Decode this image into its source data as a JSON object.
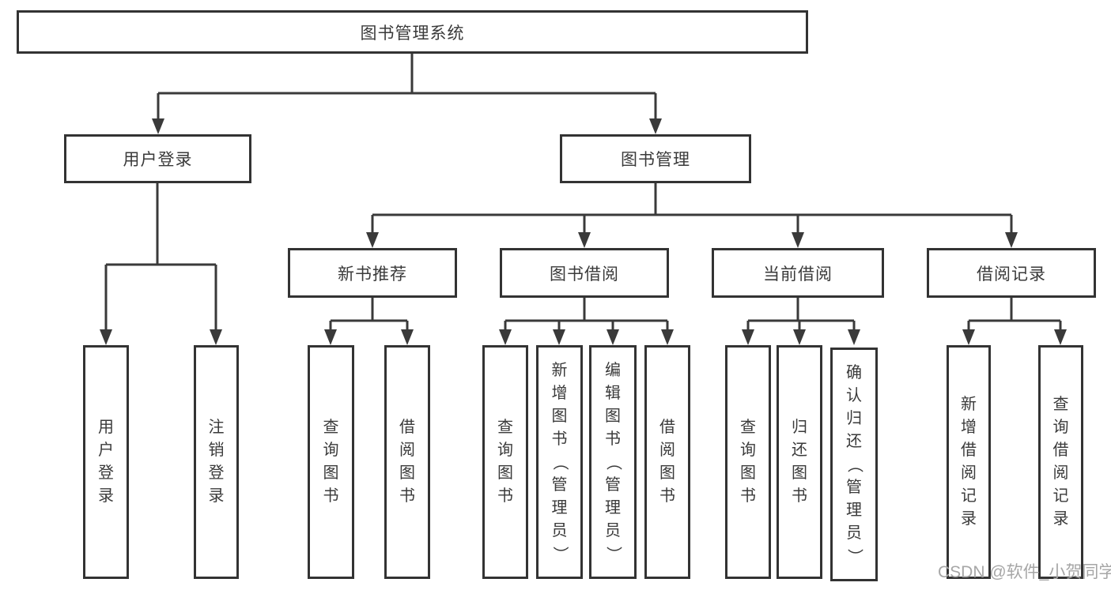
{
  "diagram": {
    "root": "图书管理系统",
    "level2": {
      "user_login": "用户登录",
      "book_mgmt": "图书管理"
    },
    "categories": {
      "new_book": "新书推荐",
      "book_borrow": "图书借阅",
      "current_borrow": "当前借阅",
      "borrow_records": "借阅记录"
    },
    "leaves": {
      "user_login": "用户登录",
      "logout": "注销登录",
      "new_book_query": "查询图书",
      "new_book_borrow": "借阅图书",
      "borrow_query": "查询图书",
      "borrow_add": "新增图书（管理员）",
      "borrow_edit": "编辑图书（管理员）",
      "borrow_borrow": "借阅图书",
      "current_query": "查询图书",
      "current_return": "归还图书",
      "current_confirm": "确认归还（管理员）",
      "records_add": "新增借阅记录",
      "records_query": "查询借阅记录"
    }
  },
  "watermark": "CSDN @软件_小贺同学",
  "colors": {
    "line": "#3a3a3a",
    "box_border": "#333333",
    "text": "#3a3a3a",
    "background": "#ffffff",
    "watermark": "#a6a6a6"
  }
}
